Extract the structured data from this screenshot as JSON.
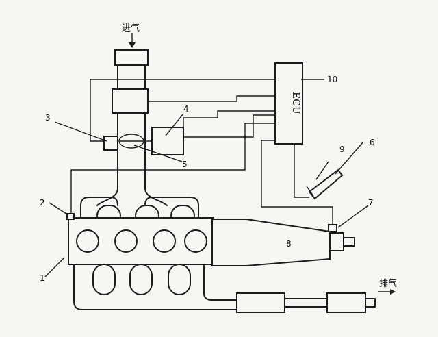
{
  "diagram": {
    "intake_label": "进气",
    "exhaust_label": "排气",
    "ecu_label": "ECU",
    "numbers": {
      "n1": "1",
      "n2": "2",
      "n3": "3",
      "n4": "4",
      "n5": "5",
      "n6": "6",
      "n7": "7",
      "n8": "8",
      "n9": "9",
      "n10": "10"
    }
  }
}
